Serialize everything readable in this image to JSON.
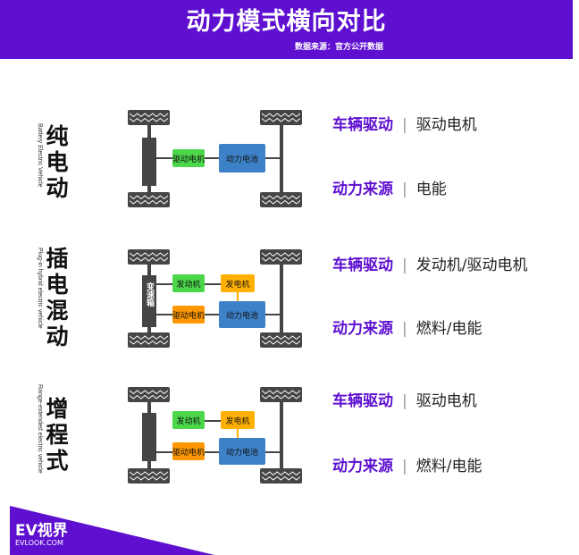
{
  "header": {
    "title": "动力模式横向对比",
    "source": "数据来源：官方公开数据"
  },
  "sections": [
    {
      "title_lines": [
        "纯",
        "电",
        "动"
      ],
      "subtitle": "Battery Electric Vehicle",
      "components": {
        "motor": "驱动电机",
        "battery": "动力电池"
      },
      "drive_label": "车辆驱动",
      "drive_value": "驱动电机",
      "source_label": "动力来源",
      "source_value": "电能"
    },
    {
      "title_lines": [
        "插",
        "电",
        "混",
        "动"
      ],
      "subtitle": "Plug-in hybrid electric vehicle",
      "components": {
        "engine": "发动机",
        "generator": "发电机",
        "motor": "驱动电机",
        "battery": "动力电池",
        "gearbox": "变速箱"
      },
      "drive_label": "车辆驱动",
      "drive_value": "发动机/驱动电机",
      "source_label": "动力来源",
      "source_value": "燃料/电能"
    },
    {
      "title_lines": [
        "增",
        "程",
        "式"
      ],
      "subtitle": "Range-extended electric vehicle",
      "components": {
        "engine": "发动机",
        "generator": "发电机",
        "motor": "驱动电机",
        "battery": "动力电池"
      },
      "drive_label": "车辆驱动",
      "drive_value": "驱动电机",
      "source_label": "动力来源",
      "source_value": "燃料/电能"
    }
  ],
  "logo": {
    "main": "EV视界",
    "sub": "EVLOOK.COM"
  },
  "colors": {
    "brand": "#5e0fd0",
    "dark": "#454545",
    "engine": "#4cd64a",
    "motor": "#ff9800",
    "generator": "#ffb000",
    "battery": "#3d82c8"
  }
}
